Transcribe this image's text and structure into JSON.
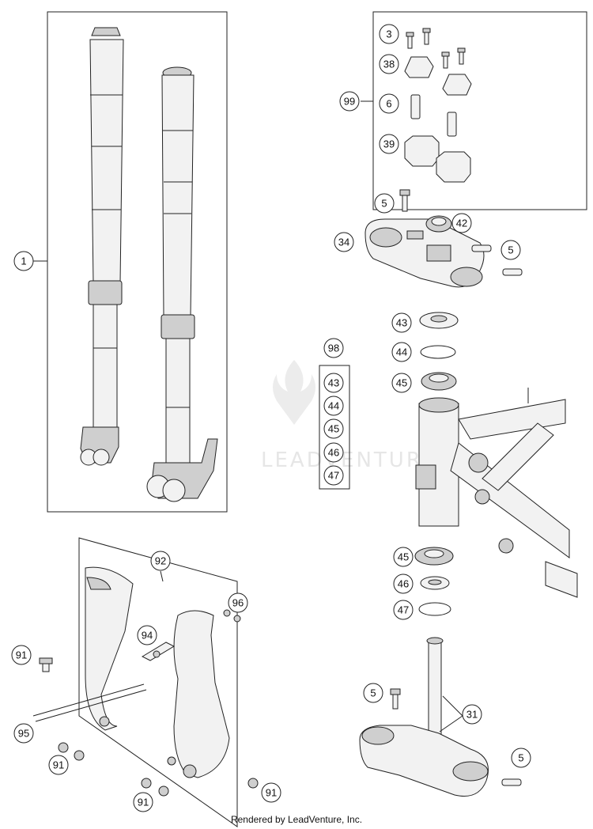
{
  "footer": {
    "text": "Rendered by LeadVenture, Inc."
  },
  "watermark": {
    "text": "LEADVENTURE"
  },
  "callouts": {
    "c1": "1",
    "c3": "3",
    "c38": "38",
    "c99": "99",
    "c6": "6",
    "c39": "39",
    "c5a": "5",
    "c42": "42",
    "c34": "34",
    "c5b": "5",
    "c43a": "43",
    "c44a": "44",
    "c45a": "45",
    "c98": "98",
    "c43b": "43",
    "c44b": "44",
    "c45b": "45",
    "c46b": "46",
    "c47b": "47",
    "c45c": "45",
    "c46c": "46",
    "c47c": "47",
    "c92": "92",
    "c96": "96",
    "c94": "94",
    "c91a": "91",
    "c95": "95",
    "c91b": "91",
    "c91c": "91",
    "c91d": "91",
    "c5c": "5",
    "c31": "31",
    "c5d": "5"
  }
}
